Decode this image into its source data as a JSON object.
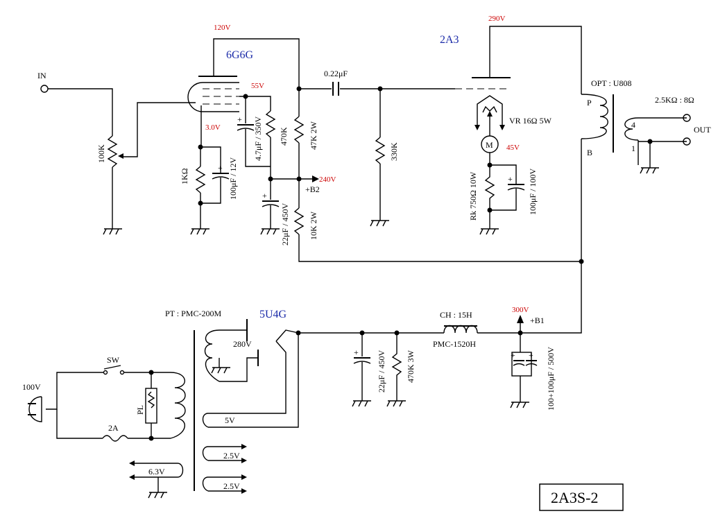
{
  "tubes": {
    "driver": "6G6G",
    "output": "2A3",
    "rectifier": "5U4G"
  },
  "voltages": {
    "driver_plate": "120V",
    "driver_screen": "55V",
    "driver_cathode": "3.0V",
    "b2": "240V",
    "output_plate": "290V",
    "output_cathode": "45V",
    "b1": "300V"
  },
  "labels": {
    "input": "IN",
    "output": "OUT",
    "b2": "+B2",
    "b1": "+B1",
    "volume": "100K",
    "rk_driver": "1KΩ",
    "ck_driver": "100μF / 12V",
    "c_screen": "4.7μF / 350V",
    "r_screen": "470K",
    "c_b2": "22μF / 450V",
    "r_load": "47K 2W",
    "r_drop": "10K 2W",
    "coupling": "0.22μF",
    "grid_leak": "330K",
    "hum_vr": "VR 16Ω 5W",
    "meter": "M",
    "rk_output": "Rk 750Ω  10W",
    "ck_output": "100μF / 100V",
    "opt": "OPT : U808",
    "opt_p": "P",
    "opt_b": "B",
    "impedance": "2.5KΩ : 8Ω",
    "tap4": "4",
    "tap1": "1",
    "pt": "PT : PMC-200M",
    "pt_hv": "280V",
    "pt_5v": "5V",
    "pt_25a": "2.5V",
    "pt_25b": "2.5V",
    "pt_63": "6.3V",
    "mains": "100V",
    "switch": "SW",
    "fuse": "2A",
    "pilot": "PL",
    "choke": "CH : 15H",
    "choke_model": "PMC-1520H",
    "c_filter1": "22μF / 450V",
    "r_bleed": "470K 3W",
    "c_filter2": "100+100μF / 500V",
    "title": "2A3S-2"
  },
  "colors": {
    "voltage": "#cc0000",
    "tube": "#1a2aa8",
    "line": "#000000"
  }
}
